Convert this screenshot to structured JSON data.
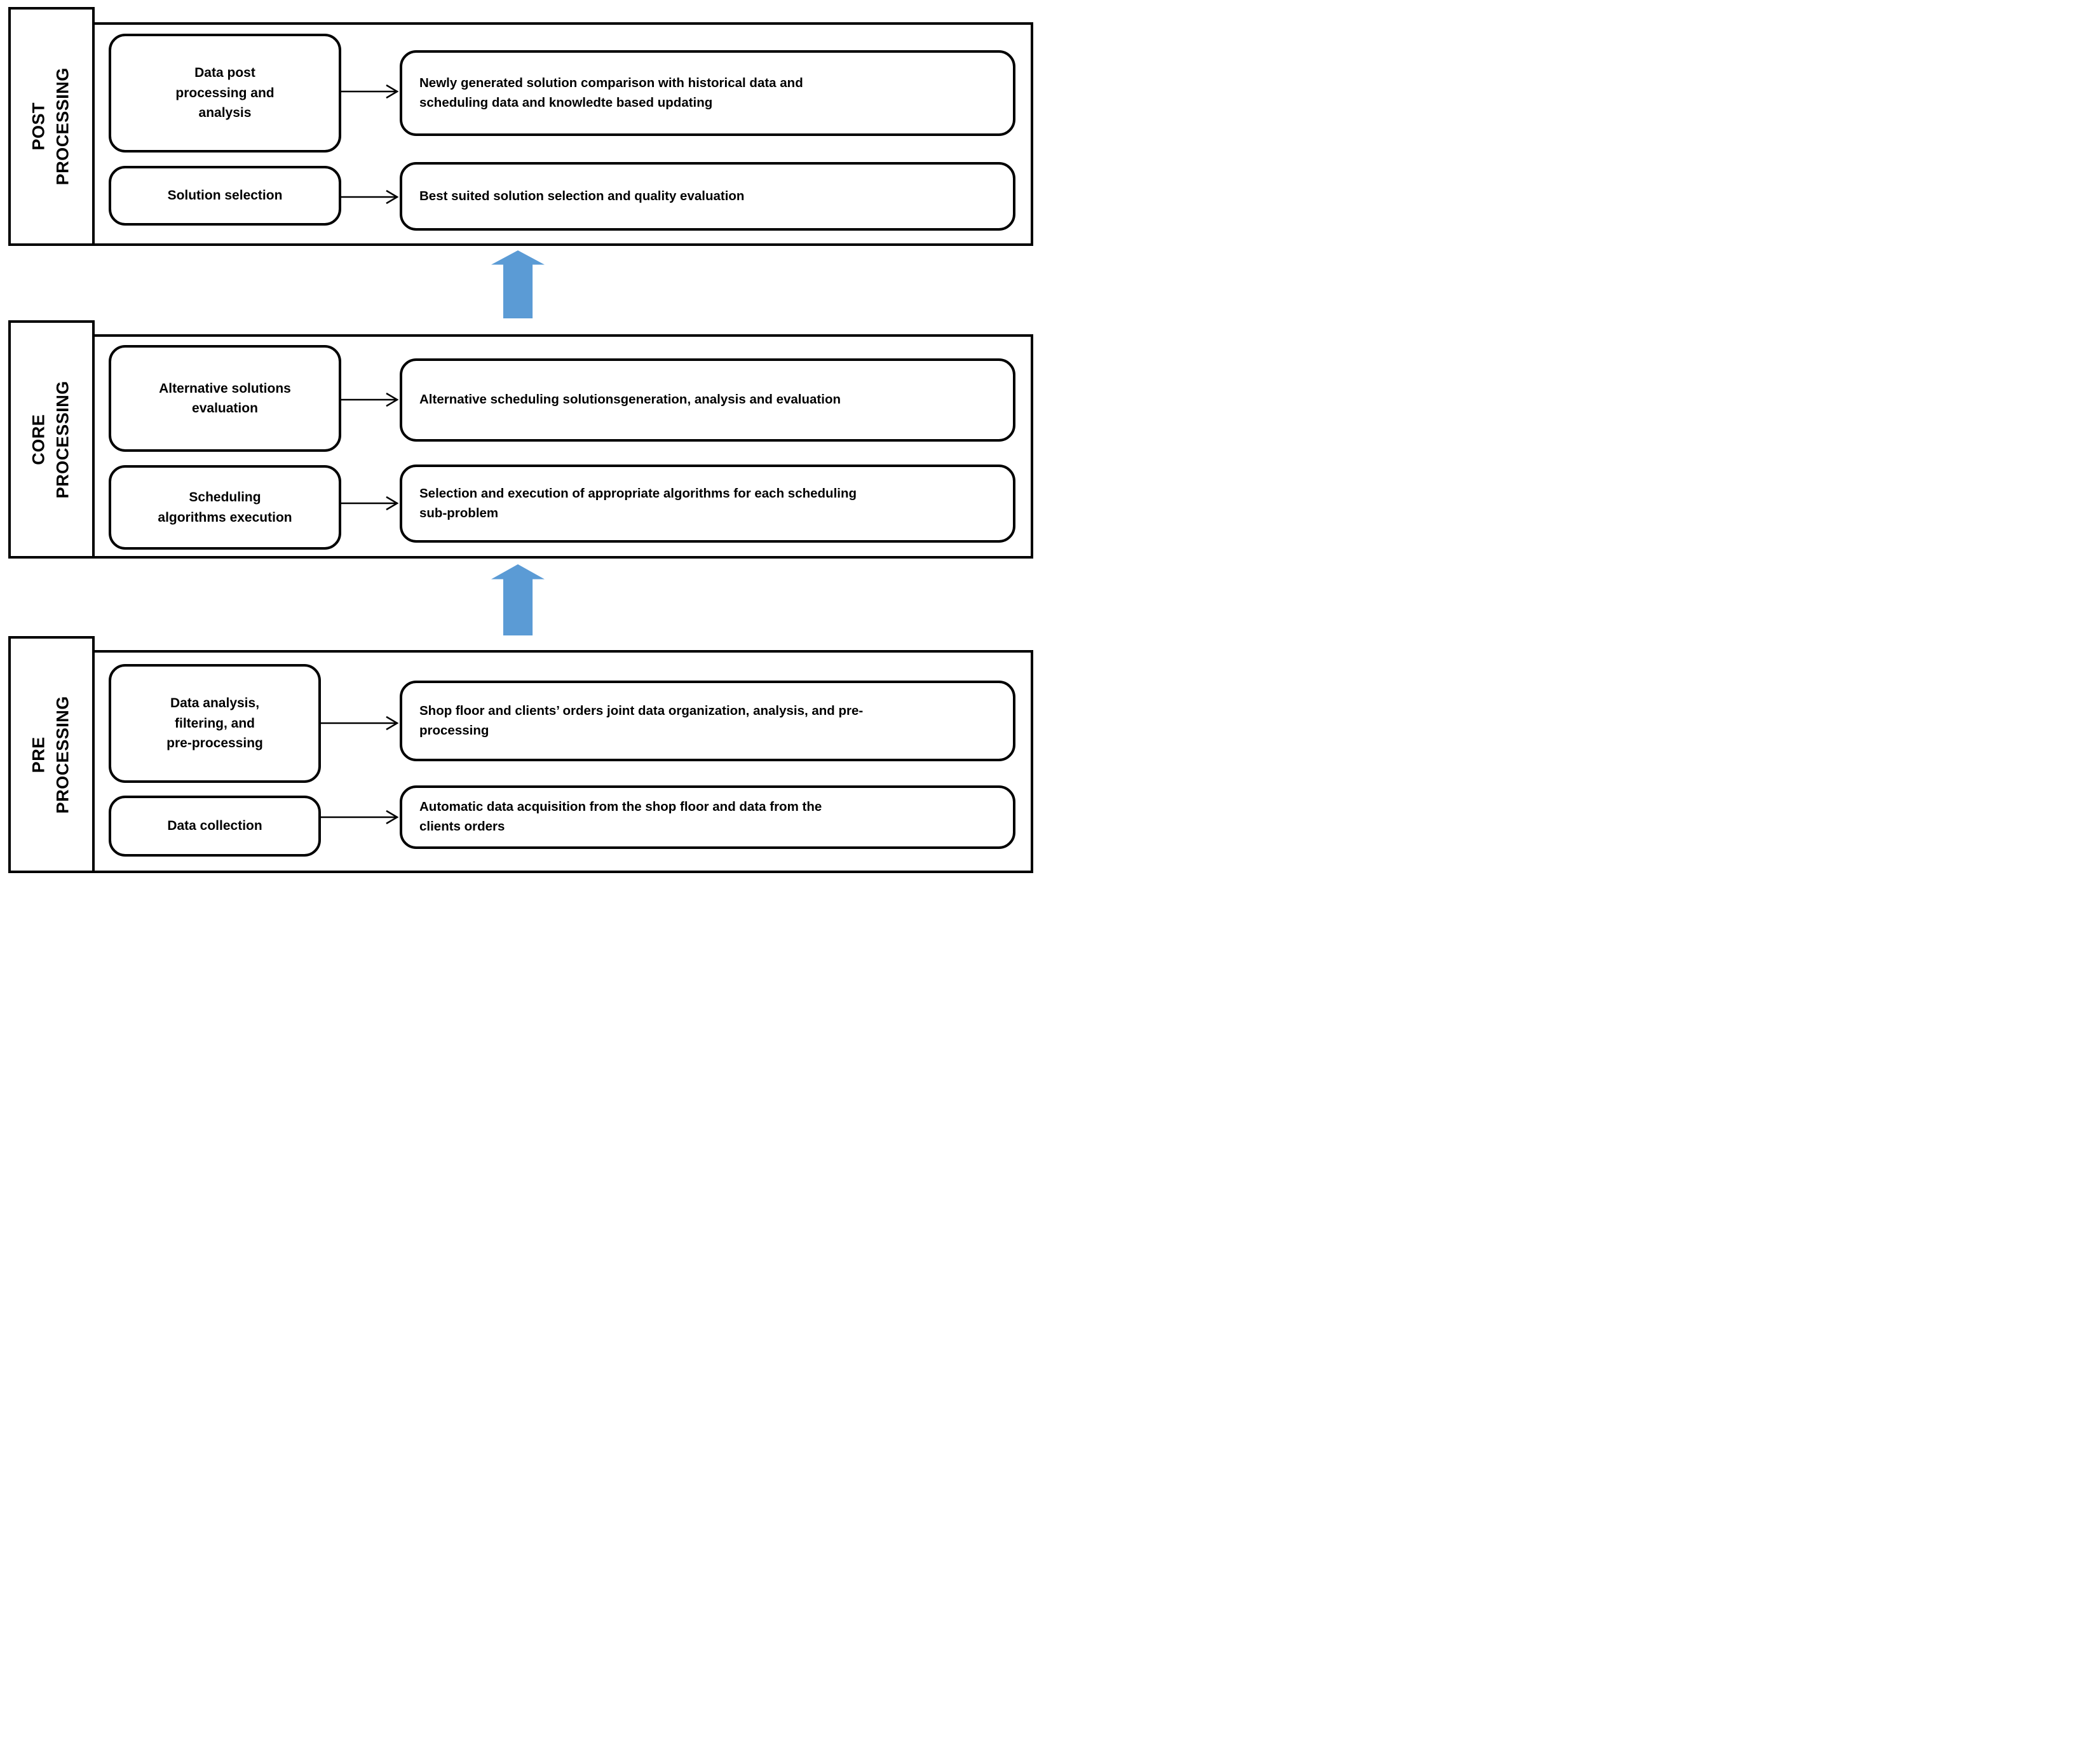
{
  "diagram": {
    "colors": {
      "block_arrow_blue": "#5b9bd5",
      "line_black": "#000000"
    },
    "sections": [
      {
        "id": "post-processing",
        "label_line1": "POST",
        "label_line2": "PROCESSING",
        "rows": [
          {
            "source_label": "Data post\nprocessing and\nanalysis",
            "target_label": "Newly generated solution comparison with historical data and\nscheduling data and knowledte based updating"
          },
          {
            "source_label": "Solution selection",
            "target_label": "Best suited solution selection and quality evaluation"
          }
        ]
      },
      {
        "id": "core-processing",
        "label_line1": "CORE",
        "label_line2": "PROCESSING",
        "rows": [
          {
            "source_label": "Alternative solutions\nevaluation",
            "target_label": "Alternative scheduling solutionsgeneration, analysis and evaluation"
          },
          {
            "source_label": "Scheduling\nalgorithms execution",
            "target_label": "Selection and execution of appropriate algorithms for each scheduling\nsub-problem"
          }
        ]
      },
      {
        "id": "pre-processing",
        "label_line1": "PRE",
        "label_line2": "PROCESSING",
        "rows": [
          {
            "source_label": "Data analysis,\nfiltering, and\npre-processing",
            "target_label": "Shop floor and clients’ orders joint data organization, analysis, and pre-\nprocessing"
          },
          {
            "source_label": "Data collection",
            "target_label": "Automatic data acquisition from the shop floor and data from the\nclients orders"
          }
        ]
      }
    ]
  }
}
